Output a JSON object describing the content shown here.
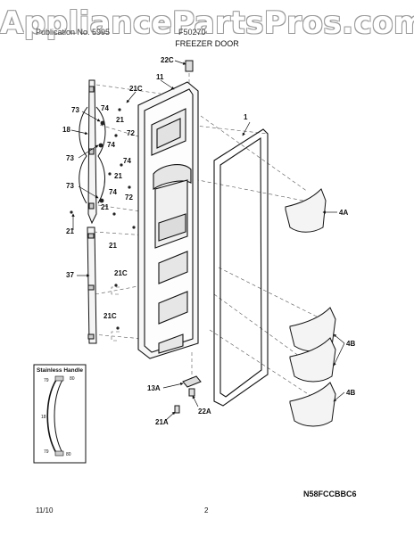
{
  "watermark": "AppliancePartsPros.com",
  "header": {
    "left": "Publication No. 5995",
    "right": "F50270"
  },
  "section_title": "FREEZER DOOR",
  "inset": {
    "title": "Stainless Handle",
    "labels": [
      "79",
      "80",
      "18",
      "79",
      "80"
    ]
  },
  "callouts": [
    "22C",
    "11",
    "21C",
    "74",
    "73",
    "21",
    "72",
    "18",
    "74",
    "73",
    "74",
    "21",
    "73",
    "74",
    "72",
    "21",
    "21",
    "21",
    "37",
    "21C",
    "21C",
    "1",
    "4A",
    "4B",
    "4B",
    "13A",
    "22A",
    "21A"
  ],
  "diagram_code": "N58FCCBBC6",
  "footer": {
    "date": "11/10",
    "page": "2"
  }
}
